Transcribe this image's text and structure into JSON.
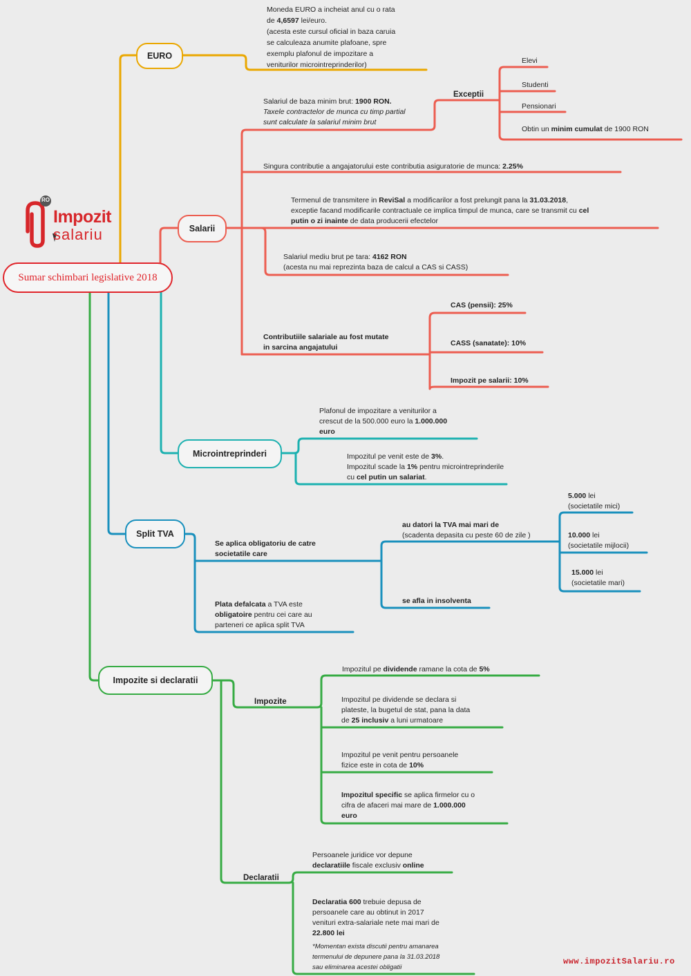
{
  "colors": {
    "euro": "#eaa700",
    "salarii": "#ec5d50",
    "micro": "#1cb1b0",
    "tva": "#1990bd",
    "impozite": "#36ab43",
    "root": "#e0242a"
  },
  "logo": {
    "top": "Impozit",
    "bottom": "salariu",
    "badge": "RO"
  },
  "root": "Sumar schimbari legislative 2018",
  "website": "www.impozitSalariu.ro",
  "euro": {
    "title": "EURO",
    "lines": [
      [
        {
          "t": "Moneda EURO a incheiat anul cu o rata"
        }
      ],
      [
        {
          "t": "de "
        },
        {
          "t": "4,6597",
          "b": true
        },
        {
          "t": " lei/euro."
        }
      ],
      [
        {
          "t": "(acesta este cursul oficial in baza caruia"
        }
      ],
      [
        {
          "t": "se calculeaza anumite plafoane, spre"
        }
      ],
      [
        {
          "t": "exemplu plafonul de impozitare a"
        }
      ],
      [
        {
          "t": "veniturilor microintreprinderilor)"
        }
      ]
    ]
  },
  "salarii": {
    "title": "Salarii",
    "minim": [
      [
        {
          "t": "Salariul de baza minim brut: "
        },
        {
          "t": "1900 RON.",
          "b": true
        }
      ],
      [
        {
          "t": "Taxele contractelor de munca cu timp partial",
          "i": true
        }
      ],
      [
        {
          "t": "sunt calculate la salariul minim brut",
          "i": true
        }
      ]
    ],
    "exceptii_title": "Exceptii",
    "exceptii": [
      [
        {
          "t": "Elevi"
        }
      ],
      [
        {
          "t": "Studenti"
        }
      ],
      [
        {
          "t": "Pensionari"
        }
      ],
      [
        {
          "t": "Obtin un "
        },
        {
          "t": "minim cumulat",
          "b": true
        },
        {
          "t": " de 1900 RON"
        }
      ]
    ],
    "contributie": [
      [
        {
          "t": "Singura contributie a angajatorului este contributia asiguratorie de munca: "
        },
        {
          "t": "2.25%",
          "b": true
        }
      ]
    ],
    "revisal": [
      [
        {
          "t": "Termenul de  transmitere in "
        },
        {
          "t": "ReviSal",
          "b": true
        },
        {
          "t": " a modificarilor a fost prelungit pana la "
        },
        {
          "t": "31.03.2018",
          "b": true
        },
        {
          "t": ","
        }
      ],
      [
        {
          "t": "exceptie facand modificarile contractuale ce implica timpul de munca, care se transmit cu "
        },
        {
          "t": "cel",
          "b": true
        }
      ],
      [
        {
          "t": "putin o zi inainte",
          "b": true
        },
        {
          "t": " de data producerii efectelor"
        }
      ]
    ],
    "mediu": [
      [
        {
          "t": "Salariul mediu brut pe tara: "
        },
        {
          "t": "4162 RON",
          "b": true
        }
      ],
      [
        {
          "t": "(acesta nu mai reprezinta baza de calcul a CAS si CASS)"
        }
      ]
    ],
    "mutate": [
      [
        {
          "t": "Contributiile salariale au fost mutate",
          "b": true
        }
      ],
      [
        {
          "t": "in sarcina angajatului",
          "b": true
        }
      ]
    ],
    "taxe": [
      [
        {
          "t": "CAS (pensii): 25%",
          "b": true
        }
      ],
      [
        {
          "t": "CASS (sanatate): 10%",
          "b": true
        }
      ],
      [
        {
          "t": "Impozit pe salarii: 10%",
          "b": true
        }
      ]
    ]
  },
  "micro": {
    "title": "Microintreprinderi",
    "plafon": [
      [
        {
          "t": "Plafonul de impozitare a veniturilor a"
        }
      ],
      [
        {
          "t": "crescut de la 500.000 euro la "
        },
        {
          "t": "1.000.000",
          "b": true
        }
      ],
      [
        {
          "t": "euro",
          "b": true
        }
      ]
    ],
    "impozit": [
      [
        {
          "t": "Impozitul pe venit este de "
        },
        {
          "t": "3%",
          "b": true
        },
        {
          "t": "."
        }
      ],
      [
        {
          "t": "Impozitul scade la "
        },
        {
          "t": "1%",
          "b": true
        },
        {
          "t": " pentru microintreprinderile"
        }
      ],
      [
        {
          "t": "cu "
        },
        {
          "t": "cel putin un salariat",
          "b": true
        },
        {
          "t": "."
        }
      ]
    ]
  },
  "tva": {
    "title": "Split TVA",
    "obligatoriu": [
      [
        {
          "t": "Se aplica obligatoriu de catre",
          "b": true
        }
      ],
      [
        {
          "t": "societatile care",
          "b": true
        }
      ]
    ],
    "datori": [
      [
        {
          "t": "au datori la TVA mai mari de",
          "b": true
        }
      ],
      [
        {
          "t": "(scadenta depasita cu peste 60 de zile )"
        }
      ]
    ],
    "praguri": [
      [
        [
          {
            "t": "5.000",
            "b": true
          },
          {
            "t": " lei"
          }
        ],
        [
          {
            "t": "(societatile mici)"
          }
        ]
      ],
      [
        [
          {
            "t": "10.000",
            "b": true
          },
          {
            "t": " lei"
          }
        ],
        [
          {
            "t": "(societatile mijlocii)"
          }
        ]
      ],
      [
        [
          {
            "t": "15.000",
            "b": true
          },
          {
            "t": " lei"
          }
        ],
        [
          {
            "t": "(societatile mari)"
          }
        ]
      ]
    ],
    "insolventa": [
      [
        {
          "t": "se afla in insolventa",
          "b": true
        }
      ]
    ],
    "plata": [
      [
        {
          "t": "Plata defalcata",
          "b": true
        },
        {
          "t": " a TVA este"
        }
      ],
      [
        {
          "t": "obligatoire",
          "b": true
        },
        {
          "t": " pentru cei care au"
        }
      ],
      [
        {
          "t": "parteneri ce aplica split TVA"
        }
      ]
    ]
  },
  "impozite": {
    "title": "Impozite si declaratii",
    "sub_impozite": "Impozite",
    "sub_declaratii": "Declaratii",
    "dividende": [
      [
        {
          "t": "Impozitul pe "
        },
        {
          "t": "dividende",
          "b": true
        },
        {
          "t": " ramane la cota de "
        },
        {
          "t": "5%",
          "b": true
        }
      ]
    ],
    "declara": [
      [
        {
          "t": "Impozitul pe dividende se declara si"
        }
      ],
      [
        {
          "t": "plateste, la bugetul de stat, pana la data"
        }
      ],
      [
        {
          "t": "de "
        },
        {
          "t": "25 inclusiv",
          "b": true
        },
        {
          "t": " a luni urmatoare"
        }
      ]
    ],
    "venit_pf": [
      [
        {
          "t": "Impozitul pe venit pentru persoanele"
        }
      ],
      [
        {
          "t": "fizice este in cota de "
        },
        {
          "t": "10%",
          "b": true
        }
      ]
    ],
    "specific": [
      [
        {
          "t": "Impozitul specific",
          "b": true
        },
        {
          "t": " se aplica firmelor cu o"
        }
      ],
      [
        {
          "t": "cifra de afaceri mai mare de "
        },
        {
          "t": "1.000.000",
          "b": true
        }
      ],
      [
        {
          "t": "euro",
          "b": true
        }
      ]
    ],
    "online": [
      [
        {
          "t": "Persoanele juridice vor depune"
        }
      ],
      [
        {
          "t": "declaratiile",
          "b": true
        },
        {
          "t": " fiscale exclusiv "
        },
        {
          "t": "online",
          "b": true
        }
      ]
    ],
    "d600": [
      [
        {
          "t": "Declaratia 600",
          "b": true
        },
        {
          "t": " trebuie depusa de"
        }
      ],
      [
        {
          "t": "persoanele care au obtinut in 2017"
        }
      ],
      [
        {
          "t": "venituri extra-salariale nete mai mari de"
        }
      ],
      [
        {
          "t": "22.800 lei",
          "b": true
        }
      ]
    ],
    "d600_note": [
      [
        {
          "t": "*Momentan exista discutii pentru amanarea",
          "i": true
        }
      ],
      [
        {
          "t": "termenului de depunere pana la 31.03.2018",
          "i": true
        }
      ],
      [
        {
          "t": "sau eliminarea acestei obligatii",
          "i": true
        }
      ]
    ]
  }
}
